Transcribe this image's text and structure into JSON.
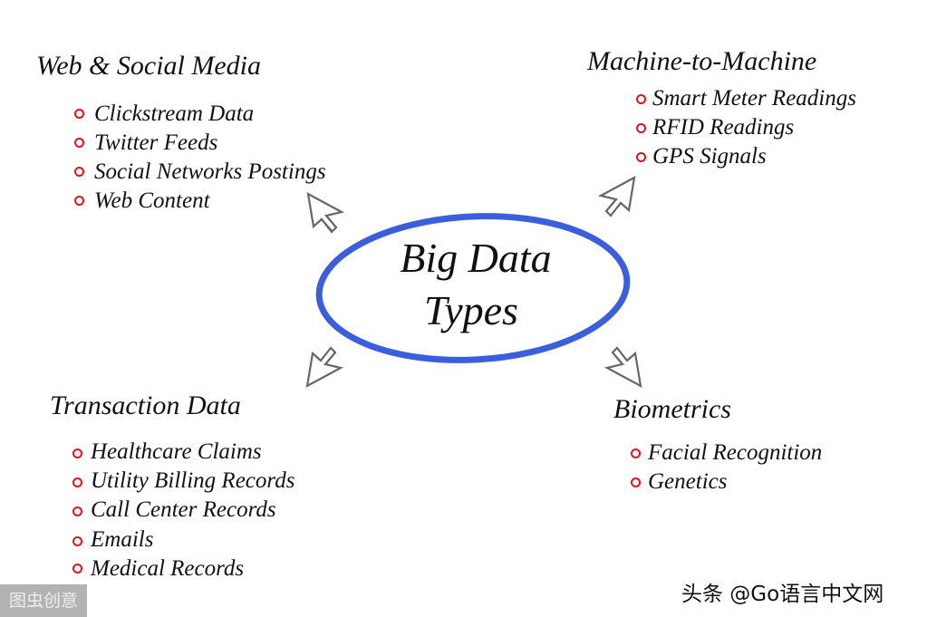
{
  "center": {
    "line1": "Big Data",
    "line2": "Types"
  },
  "groups": {
    "web": {
      "heading": "Web & Social Media",
      "items": [
        "Clickstream Data",
        "Twitter Feeds",
        "Social Networks Postings",
        "Web Content"
      ]
    },
    "m2m": {
      "heading": "Machine-to-Machine",
      "items": [
        "Smart Meter Readings",
        "RFID Readings",
        "GPS Signals"
      ]
    },
    "transaction": {
      "heading": "Transaction Data",
      "items": [
        "Healthcare Claims",
        "Utility Billing Records",
        "Call Center Records",
        "Emails",
        "Medical Records"
      ]
    },
    "biometrics": {
      "heading": "Biometrics",
      "items": [
        "Facial Recognition",
        "Genetics"
      ]
    }
  },
  "watermarks": {
    "left": "图虫创意",
    "right": "头条 @Go语言中文网"
  },
  "colors": {
    "ellipse": "#3b5fdc",
    "bullet": "#e0141e",
    "arrow": "#666666"
  }
}
